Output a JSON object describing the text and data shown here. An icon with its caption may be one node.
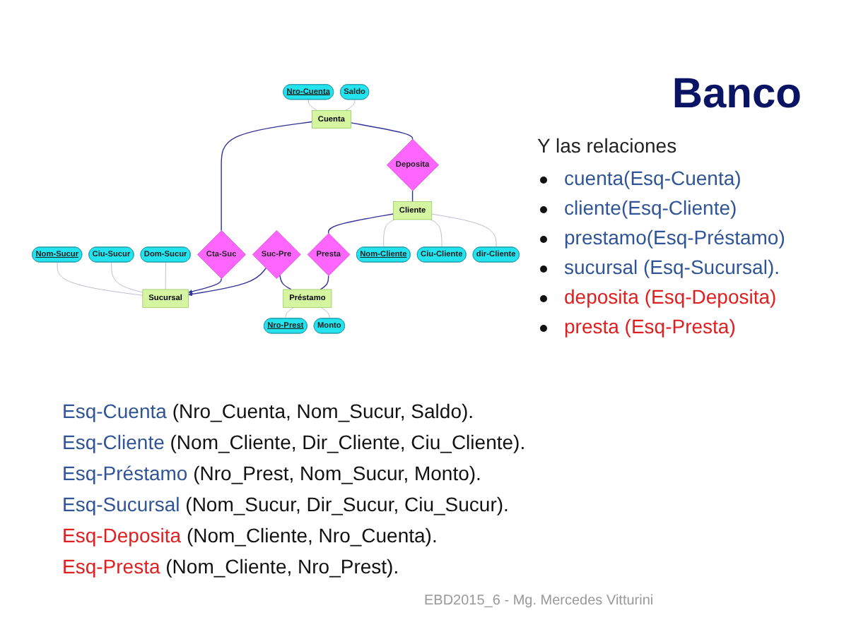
{
  "diagram": {
    "title": "Banco",
    "nodes": [
      {
        "text": [
          "Nro-Cuenta"
        ]
      },
      {
        "text": [
          "Saldo"
        ]
      },
      {
        "text": [
          "Nom-Sucur"
        ]
      },
      {
        "text": [
          "Ciu-Sucur"
        ]
      },
      {
        "text": [
          "Dom-Sucur"
        ]
      },
      {
        "text": [
          "Cuenta"
        ]
      },
      {
        "text": [
          "Cta-Suc"
        ]
      },
      {
        "text": [
          "Sucursal"
        ]
      },
      {
        "text": [
          "Deposita"
        ]
      },
      {
        "text": [
          "Suc-Pre"
        ]
      },
      {
        "text": [
          "Cliente"
        ]
      },
      {
        "text": [
          "Presta"
        ]
      },
      {
        "text": [
          "Préstamo"
        ]
      },
      {
        "text": [
          "Nom-Cliente"
        ]
      },
      {
        "text": [
          "Ciu-Cliente"
        ]
      },
      {
        "text": [
          "Nro-Prest"
        ]
      },
      {
        "text": [
          "Monto"
        ]
      },
      {
        "text": [
          "dir-Cliente"
        ]
      }
    ],
    "edges": [
      {
        "from": 0,
        "to": 5,
        "arrow": "none"
      },
      {
        "from": 1,
        "to": 5,
        "arrow": "none"
      },
      {
        "from": 2,
        "to": 7,
        "arrow": "none"
      },
      {
        "from": 3,
        "to": 7,
        "arrow": "none"
      },
      {
        "from": 4,
        "to": 7,
        "arrow": "none"
      },
      {
        "from": 5,
        "to": 6,
        "arrow": "none",
        "color": "#333399"
      },
      {
        "from": 6,
        "to": 7,
        "arrow": "to",
        "color": "#333399"
      },
      {
        "from": 5,
        "to": 8,
        "arrow": "none",
        "color": "#333399"
      },
      {
        "from": 9,
        "to": 7,
        "arrow": "to",
        "color": "#333399"
      },
      {
        "from": 8,
        "to": 10,
        "arrow": "none",
        "color": "#333399"
      },
      {
        "from": 9,
        "to": 12,
        "arrow": "none",
        "color": "#333399"
      },
      {
        "from": 10,
        "to": 11,
        "arrow": "none",
        "color": "#333399"
      },
      {
        "from": 11,
        "to": 12,
        "arrow": "none",
        "color": "#333399"
      },
      {
        "from": 10,
        "to": 13,
        "arrow": "none"
      },
      {
        "from": 10,
        "to": 17,
        "arrow": "none"
      },
      {
        "from": 10,
        "to": 14,
        "arrow": "none"
      },
      {
        "from": 12,
        "to": 15,
        "arrow": "none"
      },
      {
        "from": 12,
        "to": 16,
        "arrow": "none"
      }
    ],
    "labels": [
      "Y las relaciones",
      "cuenta(Esq-Cuenta)",
      "cliente(Esq-Cliente)",
      "prestamo(Esq-Préstamo)",
      "sucursal (Esq-Sucursal).",
      "deposita (Esq-Deposita)",
      "presta (Esq-Presta)",
      "Esq-Cuenta (Nro_Cuenta, Nom_Sucur, Saldo).",
      "Esq-Cliente (Nom_Cliente, Dir_Cliente, Ciu_Cliente).",
      "Esq-Préstamo (Nro_Prest, Nom_Sucur, Monto).",
      "Esq-Sucursal (Nom_Sucur, Dir_Sucur, Ciu_Sucur).",
      "Esq-Deposita (Nom_Cliente, Nro_Cuenta).",
      "Esq-Presta (Nom_Cliente, Nro_Prest).",
      "EBD2015_6 - Mg. Mercedes Vitturini"
    ]
  }
}
